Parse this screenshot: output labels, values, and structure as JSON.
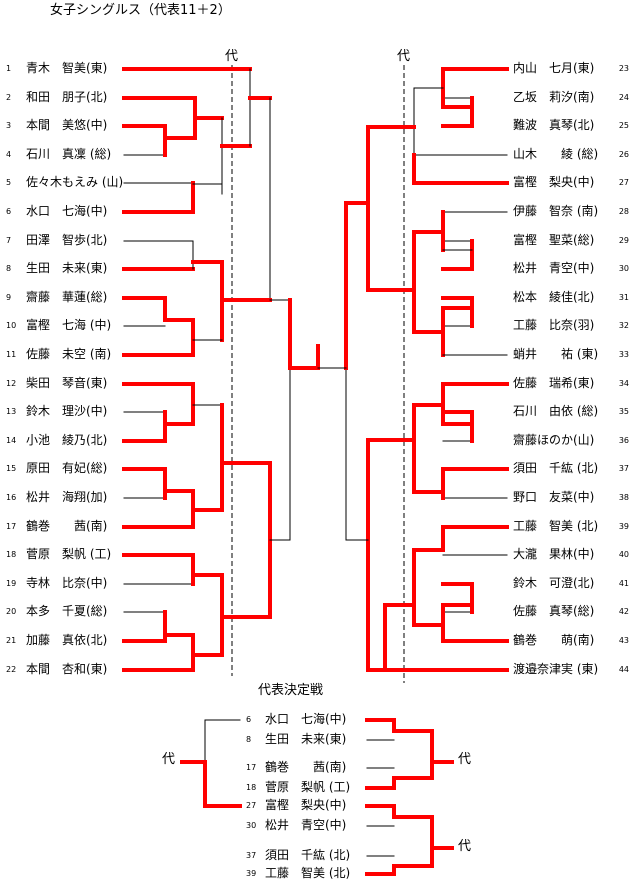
{
  "title": "女子シングルス（代表11＋2）",
  "rep_label": "代",
  "playoff_title": "代表決定戦",
  "left_players": [
    {
      "seed": "1",
      "name": "青木　智美(東)"
    },
    {
      "seed": "2",
      "name": "和田　朋子(北)"
    },
    {
      "seed": "3",
      "name": "本間　美悠(中)"
    },
    {
      "seed": "4",
      "name": "石川　真凜 (総)"
    },
    {
      "seed": "5",
      "name": "佐々木もえみ (山)"
    },
    {
      "seed": "6",
      "name": "水口　七海(中)"
    },
    {
      "seed": "7",
      "name": "田澤　智歩(北)"
    },
    {
      "seed": "8",
      "name": "生田　未来(東)"
    },
    {
      "seed": "9",
      "name": "齋藤　華蓮(総)"
    },
    {
      "seed": "10",
      "name": "富樫　七海 (中)"
    },
    {
      "seed": "11",
      "name": "佐藤　未空 (南)"
    },
    {
      "seed": "12",
      "name": "柴田　琴音(東)"
    },
    {
      "seed": "13",
      "name": "鈴木　理沙(中)"
    },
    {
      "seed": "14",
      "name": "小池　綾乃(北)"
    },
    {
      "seed": "15",
      "name": "原田　有妃(総)"
    },
    {
      "seed": "16",
      "name": "松井　海翔(加)"
    },
    {
      "seed": "17",
      "name": "鶴巻　　茜(南)"
    },
    {
      "seed": "18",
      "name": "菅原　梨帆 (工)"
    },
    {
      "seed": "19",
      "name": "寺林　比奈(中)"
    },
    {
      "seed": "20",
      "name": "本多　千夏(総)"
    },
    {
      "seed": "21",
      "name": "加藤　真依(北)"
    },
    {
      "seed": "22",
      "name": "本間　杏和(東)"
    }
  ],
  "right_players": [
    {
      "seed": "23",
      "name": "内山　七月(東)"
    },
    {
      "seed": "24",
      "name": "乙坂　莉汐(南)"
    },
    {
      "seed": "25",
      "name": "難波　真琴(北)"
    },
    {
      "seed": "26",
      "name": "山木　　綾 (総)"
    },
    {
      "seed": "27",
      "name": "富樫　梨央(中)"
    },
    {
      "seed": "28",
      "name": "伊藤　智奈 (南)"
    },
    {
      "seed": "29",
      "name": "富樫　聖菜(総)"
    },
    {
      "seed": "30",
      "name": "松井　青空(中)"
    },
    {
      "seed": "31",
      "name": "松本　綾佳(北)"
    },
    {
      "seed": "32",
      "name": "工藤　比奈(羽)"
    },
    {
      "seed": "33",
      "name": "蛸井　　祐 (東)"
    },
    {
      "seed": "34",
      "name": "佐藤　瑞希(東)"
    },
    {
      "seed": "35",
      "name": "石川　由依 (総)"
    },
    {
      "seed": "36",
      "name": "齋藤ほのか(山)"
    },
    {
      "seed": "37",
      "name": "須田　千紘 (北)"
    },
    {
      "seed": "38",
      "name": "野口　友菜(中)"
    },
    {
      "seed": "39",
      "name": "工藤　智美 (北)"
    },
    {
      "seed": "40",
      "name": "大瀧　果林(中)"
    },
    {
      "seed": "41",
      "name": "鈴木　可澄(北)"
    },
    {
      "seed": "42",
      "name": "佐藤　真琴(総)"
    },
    {
      "seed": "43",
      "name": "鶴巻　　萌(南)"
    },
    {
      "seed": "44",
      "name": "渡邉奈津実 (東)"
    }
  ],
  "playoff_players": [
    {
      "seed": "6",
      "name": "水口　七海(中)"
    },
    {
      "seed": "8",
      "name": "生田　未来(東)"
    },
    {
      "seed": "17",
      "name": "鶴巻　　茜(南)"
    },
    {
      "seed": "18",
      "name": "菅原　梨帆 (工)"
    },
    {
      "seed": "27",
      "name": "富樫　梨央(中)"
    },
    {
      "seed": "30",
      "name": "松井　青空(中)"
    },
    {
      "seed": "37",
      "name": "須田　千紘 (北)"
    },
    {
      "seed": "39",
      "name": "工藤　智美 (北)"
    }
  ],
  "colors": {
    "win": "#ff0000",
    "line": "#000000",
    "dash": "#000000"
  }
}
